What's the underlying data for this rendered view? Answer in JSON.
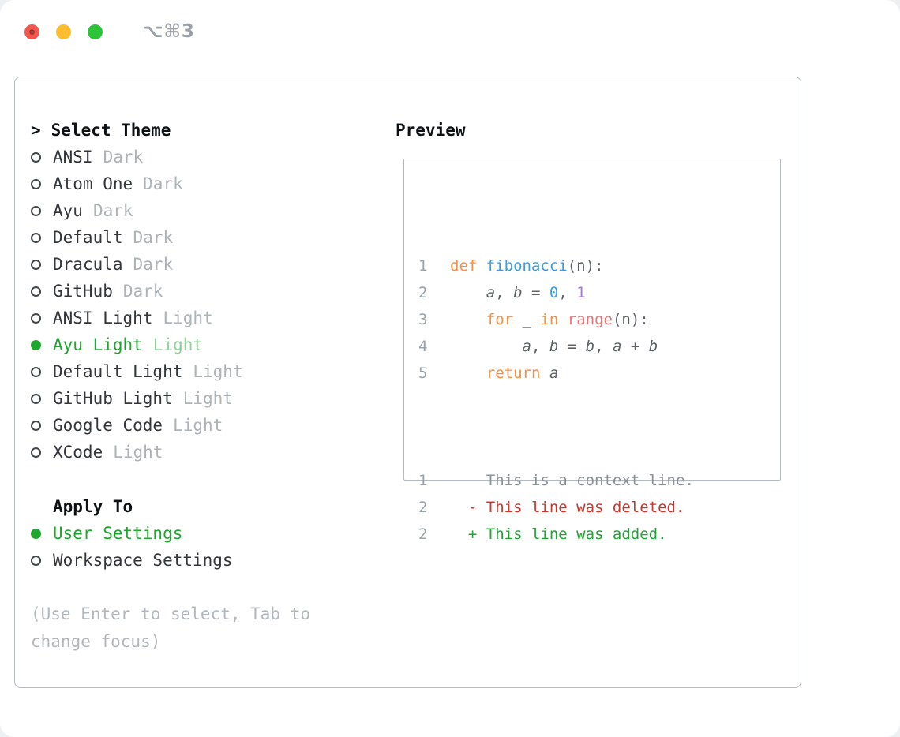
{
  "window": {
    "shortcut": "⌥⌘3",
    "traffic_lights": {
      "close": "#f4564e",
      "minimize": "#fcbd2f",
      "zoom": "#2ec437"
    }
  },
  "colors": {
    "selection_green": "#1ea62e",
    "selection_green_pale": "#8ed49a",
    "panel_border": "#b3bac3",
    "primary_text": "#33373c",
    "header_text": "#0e1114",
    "secondary_text": "#aeb3b8",
    "hint_text": "#b2b7bc"
  },
  "theme_list": {
    "prompt": ">",
    "title": "Select Theme",
    "items": [
      {
        "name": "ANSI",
        "variant": "Dark",
        "selected": false
      },
      {
        "name": "Atom One",
        "variant": "Dark",
        "selected": false
      },
      {
        "name": "Ayu",
        "variant": "Dark",
        "selected": false
      },
      {
        "name": "Default",
        "variant": "Dark",
        "selected": false
      },
      {
        "name": "Dracula",
        "variant": "Dark",
        "selected": false
      },
      {
        "name": "GitHub",
        "variant": "Dark",
        "selected": false
      },
      {
        "name": "ANSI Light",
        "variant": "Light",
        "selected": false
      },
      {
        "name": "Ayu Light",
        "variant": "Light",
        "selected": true
      },
      {
        "name": "Default Light",
        "variant": "Light",
        "selected": false
      },
      {
        "name": "GitHub Light",
        "variant": "Light",
        "selected": false
      },
      {
        "name": "Google Code",
        "variant": "Light",
        "selected": false
      },
      {
        "name": "XCode",
        "variant": "Light",
        "selected": false
      }
    ]
  },
  "apply_to": {
    "title": "Apply To",
    "options": [
      {
        "label": "User Settings",
        "selected": true
      },
      {
        "label": "Workspace Settings",
        "selected": false
      }
    ]
  },
  "hint": "(Use Enter to select, Tab to change focus)",
  "preview": {
    "title": "Preview",
    "colors": {
      "keyword": "#fa8d3e",
      "function": "#399ee6",
      "builtin": "#f07171",
      "variable": "#5c6166",
      "number_blue": "#399ee6",
      "number_purple": "#a37acc",
      "plain": "#5c6166",
      "line_number": "#9ba1a8",
      "context": "#8b9198",
      "deleted": "#d0342c",
      "added": "#21a434"
    },
    "code": [
      {
        "num": "1",
        "tokens": [
          {
            "t": "def",
            "c": "keyword"
          },
          {
            "t": " ",
            "c": "plain"
          },
          {
            "t": "fibonacci",
            "c": "function"
          },
          {
            "t": "(n):",
            "c": "plain"
          }
        ]
      },
      {
        "num": "2",
        "tokens": [
          {
            "t": "    ",
            "c": "plain"
          },
          {
            "t": "a",
            "c": "variable",
            "i": true
          },
          {
            "t": ", ",
            "c": "plain"
          },
          {
            "t": "b",
            "c": "variable",
            "i": true
          },
          {
            "t": " = ",
            "c": "plain"
          },
          {
            "t": "0",
            "c": "number_blue"
          },
          {
            "t": ", ",
            "c": "plain"
          },
          {
            "t": "1",
            "c": "number_purple"
          }
        ]
      },
      {
        "num": "3",
        "tokens": [
          {
            "t": "    ",
            "c": "plain"
          },
          {
            "t": "for",
            "c": "keyword"
          },
          {
            "t": " _ ",
            "c": "plain"
          },
          {
            "t": "in",
            "c": "keyword"
          },
          {
            "t": " ",
            "c": "plain"
          },
          {
            "t": "range",
            "c": "builtin"
          },
          {
            "t": "(n):",
            "c": "plain"
          }
        ]
      },
      {
        "num": "4",
        "tokens": [
          {
            "t": "        ",
            "c": "plain"
          },
          {
            "t": "a",
            "c": "variable",
            "i": true
          },
          {
            "t": ", ",
            "c": "plain"
          },
          {
            "t": "b",
            "c": "variable",
            "i": true
          },
          {
            "t": " = ",
            "c": "plain"
          },
          {
            "t": "b",
            "c": "variable",
            "i": true
          },
          {
            "t": ", ",
            "c": "plain"
          },
          {
            "t": "a",
            "c": "variable",
            "i": true
          },
          {
            "t": " + ",
            "c": "plain"
          },
          {
            "t": "b",
            "c": "variable",
            "i": true
          }
        ]
      },
      {
        "num": "5",
        "tokens": [
          {
            "t": "    ",
            "c": "plain"
          },
          {
            "t": "return",
            "c": "keyword"
          },
          {
            "t": " ",
            "c": "plain"
          },
          {
            "t": "a",
            "c": "variable",
            "i": true
          }
        ]
      }
    ],
    "diff": [
      {
        "num": "1",
        "text": "    This is a context line.",
        "type": "context"
      },
      {
        "num": "2",
        "text": "  - This line was deleted.",
        "type": "deleted"
      },
      {
        "num": "2",
        "text": "  + This line was added.",
        "type": "added"
      }
    ]
  }
}
